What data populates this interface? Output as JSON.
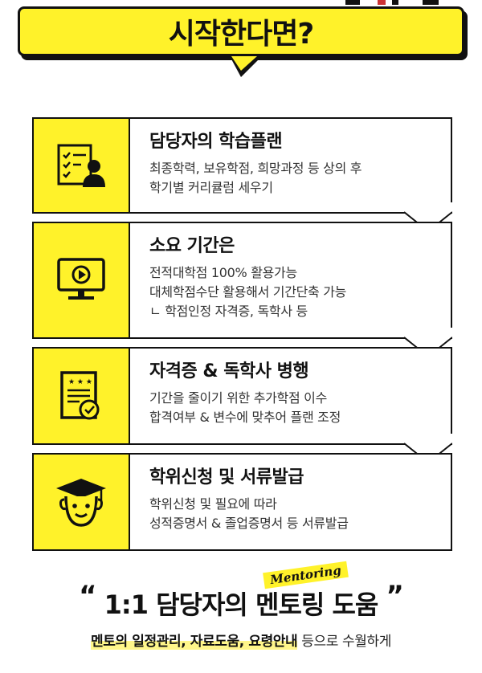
{
  "banner": {
    "title": "시작한다면?"
  },
  "steps": [
    {
      "icon": "checklist-person-icon",
      "title": "담당자의 학습플랜",
      "lines": [
        "최종학력, 보유학점, 희망과정 등 상의 후",
        "학기별 커리큘럼 세우기"
      ]
    },
    {
      "icon": "monitor-play-icon",
      "title": "소요 기간은",
      "lines": [
        "전적대학점 100% 활용가능",
        "대체학점수단 활용해서 기간단축 가능",
        "ㄴ 학점인정 자격증, 독학사 등"
      ]
    },
    {
      "icon": "certificate-icon",
      "title": "자격증 & 독학사 병행",
      "lines": [
        "기간을 줄이기 위한 추가학점 이수",
        "합격여부 & 변수에 맞추어 플랜 조정"
      ]
    },
    {
      "icon": "graduate-face-icon",
      "title": "학위신청 및 서류발급",
      "lines": [
        "학위신청 및 필요에 따라",
        "성적증명서 & 졸업증명서 등 서류발급"
      ]
    }
  ],
  "bottom": {
    "open_quote": "“",
    "headline": "1:1 담당자의 멘토링 도움",
    "close_quote": "”",
    "badge": "Mentoring",
    "sub_highlight": "멘토의 일정관리, 자료도움, 요령안내",
    "sub_rest": " 등으로 수월하게"
  },
  "colors": {
    "accent": "#fff22a",
    "ink": "#111111"
  }
}
